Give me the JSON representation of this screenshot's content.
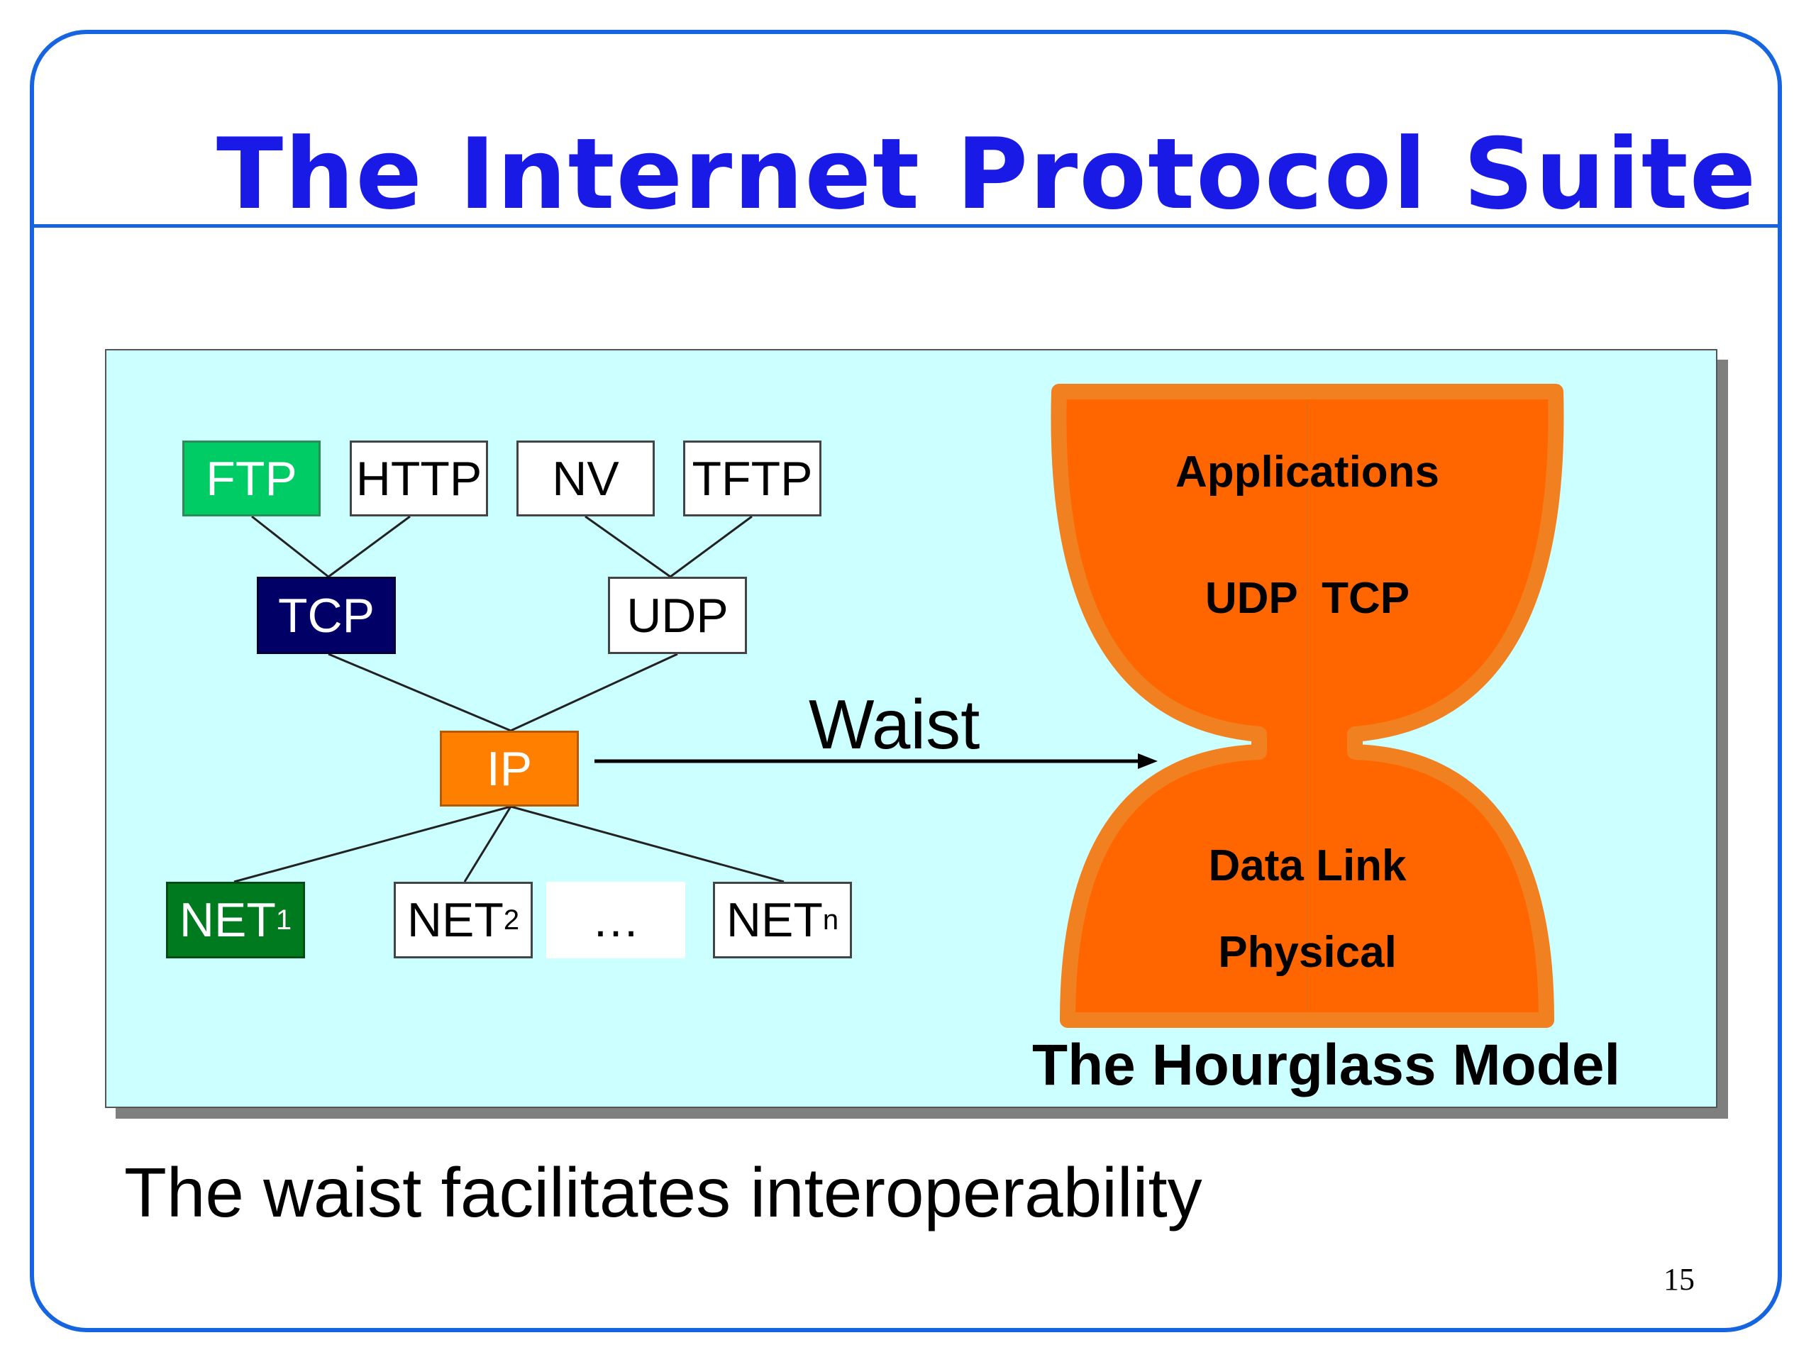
{
  "title": "The Internet Protocol Suite",
  "protocol_stack": {
    "application": [
      "FTP",
      "HTTP",
      "NV",
      "TFTP"
    ],
    "transport": [
      "TCP",
      "UDP"
    ],
    "network": "IP",
    "networks": [
      {
        "base": "NET",
        "sub": "1"
      },
      {
        "base": "NET",
        "sub": "2"
      },
      {
        "text": "…"
      },
      {
        "base": "NET",
        "sub": "n"
      }
    ]
  },
  "waist_label": "Waist",
  "hourglass": {
    "upper": [
      "Applications",
      "UDP  TCP"
    ],
    "lower": [
      "Data Link",
      "Physical"
    ],
    "caption": "The Hourglass Model"
  },
  "colors": {
    "ftp": "#00cc66",
    "tcp": "#000066",
    "ip": "#ff7f00",
    "net1": "#007a1f",
    "hourglass_fill": "#ff6600",
    "hourglass_edge": "#f08020",
    "panel": "#ccffff",
    "title": "#1a1ae6"
  },
  "body_text": "The waist facilitates interoperability",
  "slide_number": "15"
}
